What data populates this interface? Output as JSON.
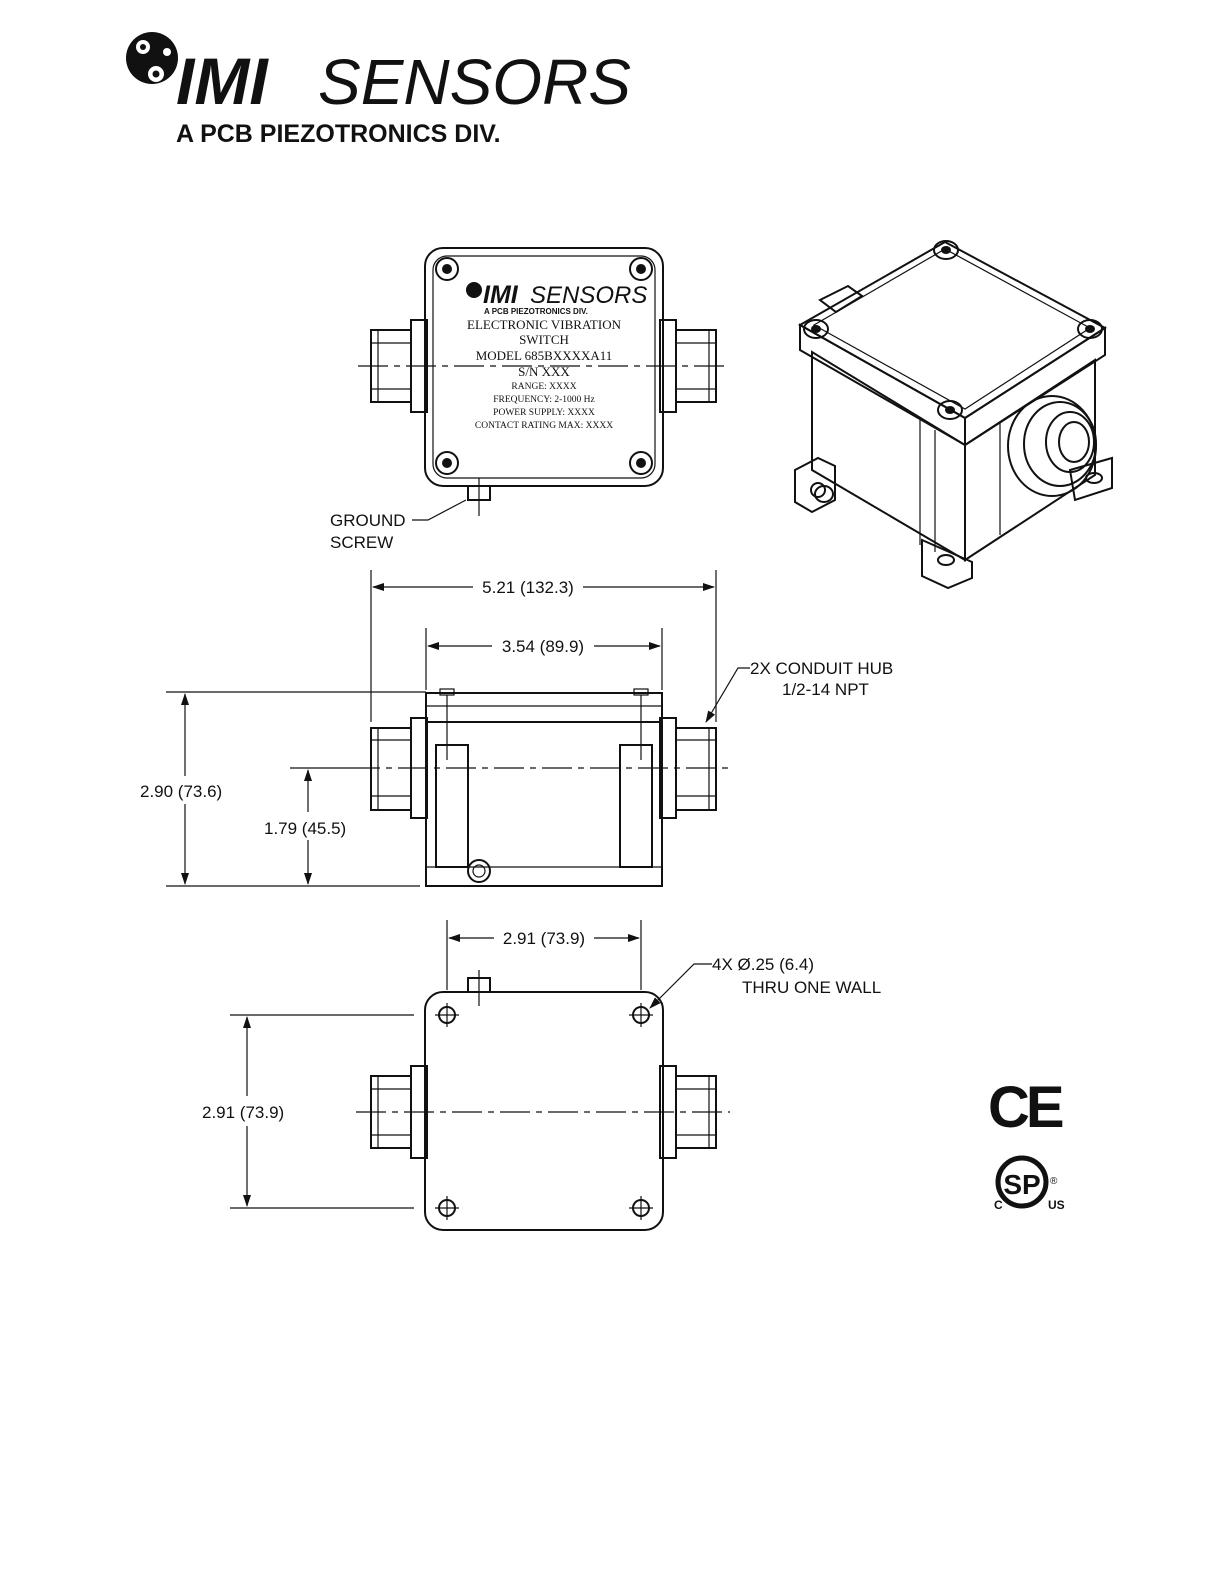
{
  "brand": {
    "logo_text_imi": "IMI",
    "logo_text_sensors": "SENSORS",
    "division": "A PCB PIEZOTRONICS DIV."
  },
  "label_plate": {
    "logo_imi": "IMI",
    "logo_sensors": "SENSORS",
    "division": "A PCB PIEZOTRONICS DIV.",
    "line1": "ELECTRONIC VIBRATION",
    "line2": "SWITCH",
    "line3": "MODEL 685BXXXXA11",
    "line4": "S/N XXX",
    "line5": "RANGE: XXXX",
    "line6": "FREQUENCY: 2-1000 Hz",
    "line7": "POWER SUPPLY: XXXX",
    "line8": "CONTACT RATING MAX: XXXX"
  },
  "callouts": {
    "ground_1": "GROUND",
    "ground_2": "SCREW",
    "conduit_1": "2X CONDUIT HUB",
    "conduit_2": "1/2-14 NPT",
    "holes_1": "4X Ø.25 (6.4)",
    "holes_2": "THRU ONE WALL"
  },
  "dimensions": {
    "overall_width": "5.21 (132.3)",
    "body_width": "3.54 (89.9)",
    "overall_height": "2.90 (73.6)",
    "hub_height": "1.79 (45.5)",
    "hole_spacing_x": "2.91 (73.9)",
    "hole_spacing_y": "2.91 (73.9)"
  },
  "certifications": {
    "ce": "CE",
    "csa_c": "C",
    "csa_us": "US",
    "csa_mark": "SP",
    "registered": "®"
  }
}
